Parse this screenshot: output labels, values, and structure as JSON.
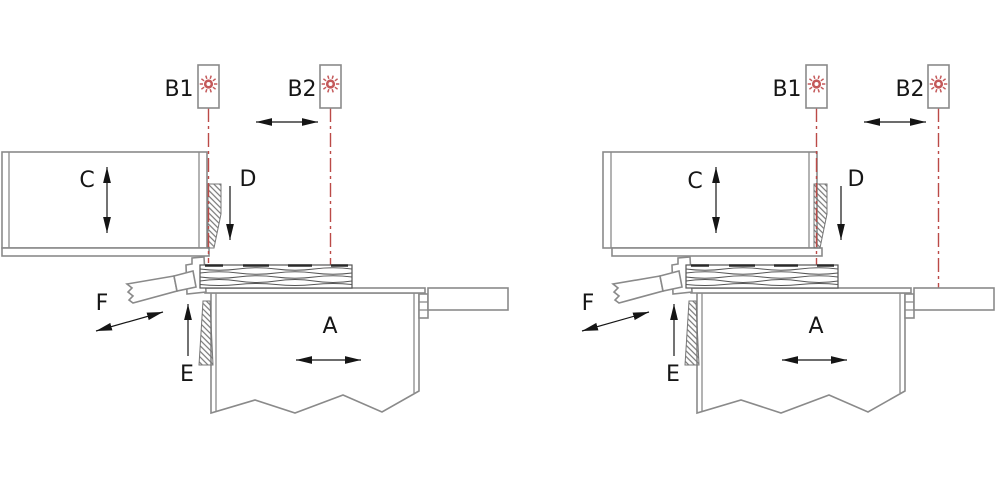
{
  "left": {
    "labels": {
      "b1": "B1",
      "b2": "B2",
      "c": "C",
      "d": "D",
      "e": "E",
      "f": "F",
      "a": "A"
    }
  },
  "right": {
    "labels": {
      "b1": "B1",
      "b2": "B2",
      "c": "C",
      "d": "D",
      "e": "E",
      "f": "F",
      "a": "A"
    }
  },
  "icons": {
    "laser_emitter": "red starburst laser emitter"
  },
  "colors": {
    "laser_red": "#bb4a47",
    "emitter_red": "#c4595a",
    "line_gray": "#8a8a8a",
    "label_dark": "#161616"
  }
}
